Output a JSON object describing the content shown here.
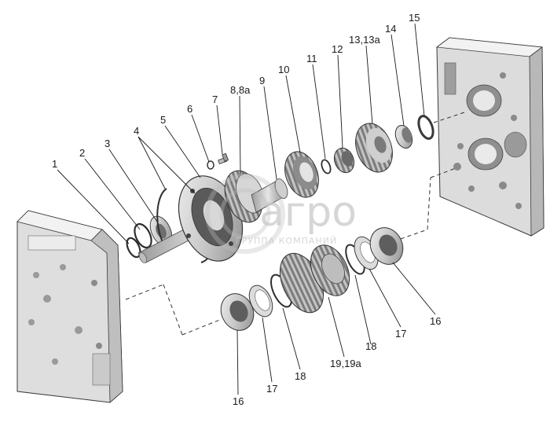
{
  "watermark": {
    "brand": "агро",
    "tagline": "ГРУППА КОМПАНИЙ"
  },
  "callouts": {
    "c1": "1",
    "c2": "2",
    "c3": "3",
    "c4": "4",
    "c5": "5",
    "c6": "6",
    "c7": "7",
    "c8": "8,8а",
    "c9": "9",
    "c10": "10",
    "c11": "11",
    "c12": "12",
    "c13": "13,13а",
    "c14": "14",
    "c15": "15",
    "c16a": "16",
    "c17a": "17",
    "c18a": "18",
    "c19": "19,19а",
    "c18b": "18",
    "c17b": "17",
    "c16b": "16"
  },
  "colors": {
    "part_light": "#e2e2e2",
    "part_mid": "#bdbdbd",
    "part_dark": "#7d7d7d",
    "outline": "#3a3a3a"
  }
}
